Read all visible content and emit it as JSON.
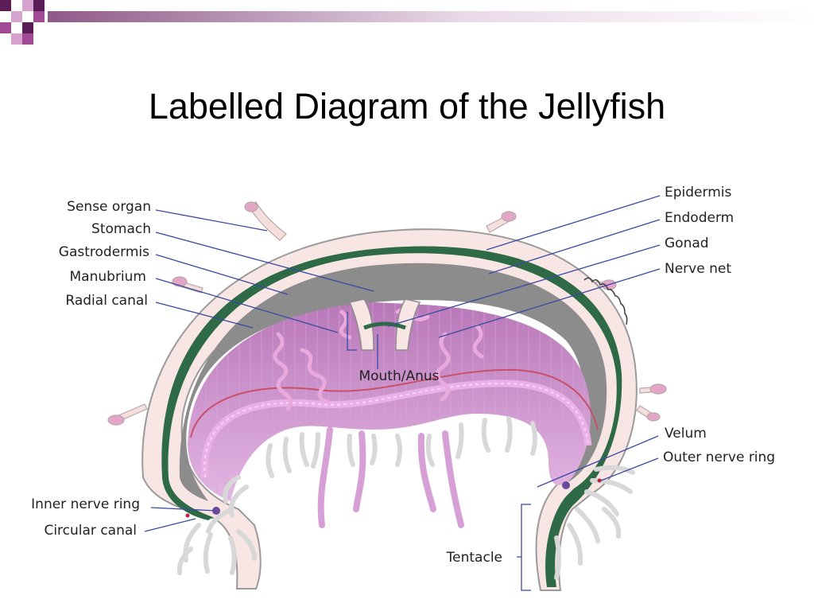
{
  "slide": {
    "title": "Labelled Diagram of the Jellyfish",
    "theme_colors": {
      "square_dark": "#5b1d55",
      "square_mid": "#a04a96",
      "square_light": "#d6a3cf",
      "bar_fade": "#ffffff"
    }
  },
  "diagram": {
    "colors": {
      "mesoglea": "#f8e6e4",
      "bell_outline": "#9a9a9a",
      "gastrodermis": "#2f6a47",
      "stomach": "#8c8c8c",
      "subumbrella": "#c98fcf",
      "gonad": "#e9a9dc",
      "tentacle": "#d8d8d8",
      "leader": "#3b4aa0"
    },
    "labels_left": {
      "sense_organ": "Sense organ",
      "stomach": "Stomach",
      "gastrodermis": "Gastrodermis",
      "manubrium": "Manubrium",
      "radial_canal": "Radial canal",
      "inner_nerve_ring": "Inner nerve ring",
      "circular_canal": "Circular canal"
    },
    "labels_right": {
      "epidermis": "Epidermis",
      "endoderm": "Endoderm",
      "gonad": "Gonad",
      "nerve_net": "Nerve net",
      "velum": "Velum",
      "outer_nerve_ring": "Outer nerve ring"
    },
    "labels_center": {
      "mouth_anus": "Mouth/Anus",
      "tentacle": "Tentacle"
    }
  }
}
